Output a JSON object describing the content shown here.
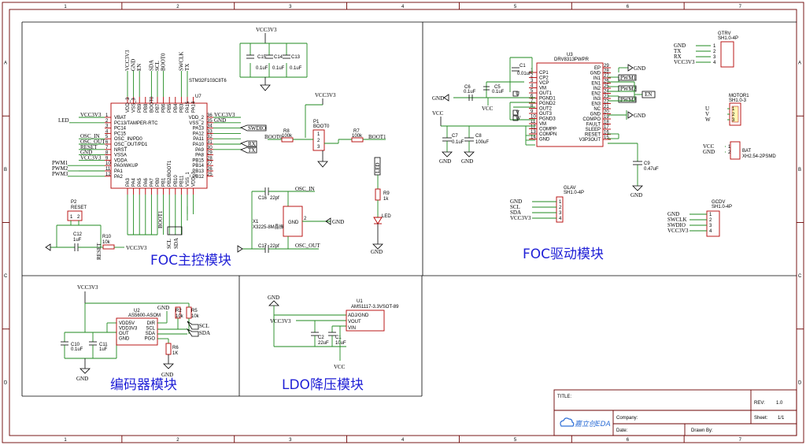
{
  "border": {
    "columns": [
      "1",
      "2",
      "3",
      "4",
      "5",
      "6",
      "7"
    ],
    "rows": [
      "A",
      "B",
      "C",
      "D"
    ]
  },
  "sections": {
    "foc_main": "FOC主控模块",
    "foc_drive": "FOC驱动模块",
    "encoder": "编码器模块",
    "ldo": "LDO降压模块"
  },
  "mcu": {
    "ref": "U7",
    "part": "STM32F103C8T6",
    "left_pins": [
      "VBAT",
      "PC13/TAMPER-RTC",
      "PC14",
      "PC15",
      "OSC_IN/PD0",
      "OSC_OUT/PD1",
      "NRST",
      "VSSA",
      "VDDA",
      "PA0/WKUP",
      "PA1",
      "PA2"
    ],
    "left_nums": [
      "1",
      "2",
      "3",
      "4",
      "5",
      "6",
      "7",
      "8",
      "9",
      "10",
      "11",
      "12"
    ],
    "right_pins": [
      "VDD_2",
      "VSS_2",
      "PA13",
      "PA12",
      "PA11",
      "PA10",
      "PA9",
      "PA8",
      "PB15",
      "PB14",
      "PB13",
      "PB12"
    ],
    "right_nums": [
      "36",
      "35",
      "34",
      "33",
      "32",
      "31",
      "30",
      "29",
      "28",
      "27",
      "26",
      "25"
    ],
    "top_pins": [
      "VDD_3",
      "VSS_3",
      "PB9",
      "PB8",
      "BOOT0",
      "PB7",
      "PB6",
      "PB5",
      "PB4",
      "PB3",
      "PA15",
      "PA14"
    ],
    "bottom_pins": [
      "PA3",
      "PA4",
      "PA5",
      "PA6",
      "PA7",
      "PB0",
      "PB1",
      "PB2/BOOT1",
      "PB10",
      "PB11",
      "VSS_1",
      "VDD_1"
    ]
  },
  "mcu_nets": {
    "left": [
      "VCC3V3",
      "LED",
      "",
      "",
      "OSC_IN",
      "OSC_OUT",
      "RESET",
      "GND",
      "VCC3V3",
      "PWM1",
      "PWM2",
      "PWM3"
    ],
    "right": [
      "VCC3V3",
      "GND",
      "SWDIO",
      "",
      "",
      "RX",
      "TX"
    ],
    "top": [
      "VCC3V3",
      "GND",
      "EN",
      "SDA",
      "SCL",
      "BOOT0",
      "SWCLK",
      "TX"
    ]
  },
  "foc_main_parts": {
    "c15": "C15",
    "c14": "C14",
    "c13": "C13",
    "cval": "0.1uF",
    "vcc": "VCC3V3",
    "gnd": "GND",
    "p1": "P1",
    "p1_part": "BOOT0",
    "r8": "R8",
    "r8_val": "100k",
    "r7": "R7",
    "r7_val": "100k",
    "boot0": "BOOT0",
    "boot1": "BOOT1",
    "swdio": "SWDIO",
    "rx": "RX",
    "tx": "TX",
    "led_net": "LED",
    "r9": "R9",
    "r9_val": "1k",
    "led": "LED",
    "c16": "C16",
    "c16_val": "22pf",
    "c17": "C17",
    "c17_val": "22pf",
    "osc_in": "OSC_IN",
    "osc_out": "OSC_OUT",
    "x1": "X1",
    "x1_part": "X3225-8M晶振",
    "p2": "P2",
    "p2_part": "RESET",
    "c12": "C12",
    "c12_val": "1uF",
    "r10": "R10",
    "r10_val": "10k",
    "reset": "RESET",
    "boot1_net": "BOOT1",
    "scl": "SCL",
    "sda": "SDA"
  },
  "driver": {
    "ref": "U3",
    "part": "DRV8313PWPR",
    "left_pins": [
      "CP1",
      "CP2",
      "VCP",
      "VM",
      "OUT1",
      "PGND1",
      "PGND2",
      "OUT2",
      "OUT3",
      "PGND3",
      "VM",
      "COMPP",
      "COMPN",
      "GND"
    ],
    "left_nums": [
      "1",
      "2",
      "3",
      "4",
      "5",
      "6",
      "7",
      "8",
      "9",
      "10",
      "11",
      "12",
      "13",
      "14"
    ],
    "right_pins": [
      "EP",
      "GND",
      "IN1",
      "EN1",
      "IN2",
      "EN2",
      "IN3",
      "EN3",
      "NC",
      "GND",
      "COMPO",
      "FAULT",
      "SLEEP",
      "RESET",
      "V3P3OUT"
    ],
    "right_nums": [
      "29",
      "28",
      "27",
      "26",
      "25",
      "24",
      "23",
      "22",
      "21",
      "20",
      "19",
      "18",
      "17",
      "16",
      "15"
    ]
  },
  "driver_parts": {
    "c1": "C1",
    "c1_val": "0.01uF",
    "c5": "C5",
    "c5_val": "0.1uF",
    "c6": "C6",
    "c6_val": "0.1uF",
    "c7": "C7",
    "c7_val": "0.1uF",
    "c8": "C8",
    "c8_val": "100uF",
    "c9": "C9",
    "c9_val": "0.47uF",
    "vcc": "VCC",
    "gnd": "GND",
    "pwm1": "PWM1",
    "pwm2": "PWM2",
    "pwm3": "PWM3",
    "en": "EN",
    "u": "U",
    "v": "V",
    "w": "W"
  },
  "connectors": {
    "gtrv": {
      "title": "GTRV",
      "part": "SH1.0-4P",
      "nets": [
        "GND",
        "TX",
        "RX",
        "VCC3V3"
      ]
    },
    "motor": {
      "title": "MOTOR1",
      "part": "SH1.0-3",
      "nets": [
        "U",
        "V",
        "W"
      ]
    },
    "bat": {
      "title": "BAT",
      "part": "XH2.54-2PSMD",
      "nets": [
        "VCC",
        "GND"
      ]
    },
    "glav": {
      "title": "GLAV",
      "part": "SH1.0-4P",
      "nets": [
        "GND",
        "SCL",
        "SDA",
        "VCC3V3"
      ]
    },
    "gcdv": {
      "title": "GCDV",
      "part": "SH1.0-4P",
      "nets": [
        "GND",
        "SWCLK",
        "SWDIO",
        "VCC3V3"
      ]
    }
  },
  "encoder": {
    "u2": "U2",
    "u2_part": "AS5600-ASOM",
    "left_pins": [
      "VDD5V",
      "VDD3V3",
      "OUT",
      "GND"
    ],
    "right_pins": [
      "DIR",
      "SCL",
      "SDA",
      "PGO"
    ],
    "vcc": "VCC3V3",
    "gnd": "GND",
    "c10": "C10",
    "c10_val": "0.1uF",
    "c11": "C11",
    "c11_val": "1uF",
    "r2": "R2",
    "r2_val": "10k",
    "r5": "R5",
    "r5_val": "10k",
    "r6": "R6",
    "r6_val": "1K",
    "scl": "SCL",
    "sda": "SDA"
  },
  "ldo": {
    "u1": "U1",
    "u1_part": "AMS1117-3.3VSOT-89",
    "pins": [
      "ADJ/GND",
      "VOUT",
      "VIN"
    ],
    "gnd": "GND",
    "vcc3v3": "VCC3V3",
    "vcc": "VCC",
    "c2": "C2",
    "c2_val": "22uF",
    "c1": "C1",
    "c1_val": "10uF"
  },
  "titleblock": {
    "title_label": "TITLE:",
    "rev_label": "REV:",
    "rev": "1.0",
    "company_label": "Company:",
    "sheet_label": "Sheet:",
    "sheet": "1/1",
    "date_label": "Date:",
    "drawn_label": "Drawn By:",
    "logo": "嘉立创EDA"
  }
}
